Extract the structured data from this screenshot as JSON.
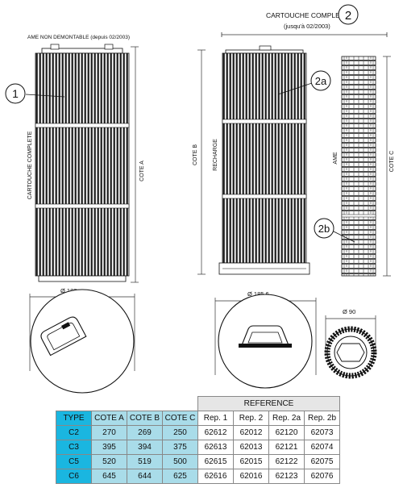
{
  "labels": {
    "cartouche_complete_top": "CARTOUCHE COMPLETE",
    "jusqua": "(jusqu'à 02/2003)",
    "ame_non_demontable": "AME NON DEMONTABLE",
    "depuis": "(depuis 02/2003)",
    "cartouche_complete_side": "CARTOUCHE COMPLETE",
    "cote_a": "COTE A",
    "cote_b": "COTE B",
    "recharge": "RECHARGE",
    "ame": "AME",
    "cote_c": "COTE C",
    "dia_1": "Ø 182",
    "dia_2": "Ø 185,6",
    "dia_3": "Ø 90"
  },
  "callouts": {
    "c1": "1",
    "c2": "2",
    "c2a": "2a",
    "c2b": "2b"
  },
  "table": {
    "reference_header": "REFERENCE",
    "columns": [
      "TYPE",
      "COTE A",
      "COTE B",
      "COTE C",
      "Rep. 1",
      "Rep. 2",
      "Rep. 2a",
      "Rep. 2b"
    ],
    "rows": [
      [
        "C2",
        "270",
        "269",
        "250",
        "62612",
        "62012",
        "62120",
        "62073"
      ],
      [
        "C3",
        "395",
        "394",
        "375",
        "62613",
        "62013",
        "62121",
        "62074"
      ],
      [
        "C5",
        "520",
        "519",
        "500",
        "62615",
        "62015",
        "62122",
        "62075"
      ],
      [
        "C6",
        "645",
        "644",
        "625",
        "62616",
        "62016",
        "62123",
        "62076"
      ]
    ]
  }
}
